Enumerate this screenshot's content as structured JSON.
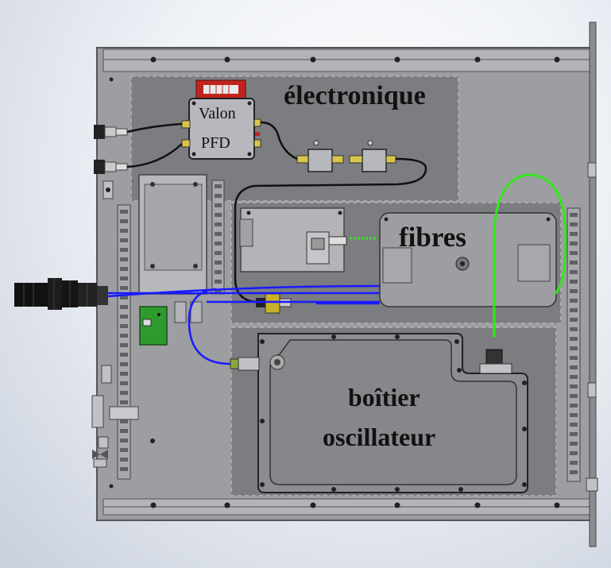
{
  "labels": {
    "electronique": "électronique",
    "fibres": "fibres",
    "boitier_line1": "boîtier",
    "boitier_line2": "oscillateur",
    "valon_line1": "Valon",
    "valon_line2": "PFD"
  },
  "colors": {
    "background": "#e6eaf0",
    "chassis": "#9c9ea2",
    "zone": "#7b7d80",
    "fiber_green": "#33e61a",
    "cable_blue": "#1a1aff",
    "cable_black": "#111111",
    "pcb_green": "#2e9a2e",
    "valon_red": "#c0241c"
  }
}
